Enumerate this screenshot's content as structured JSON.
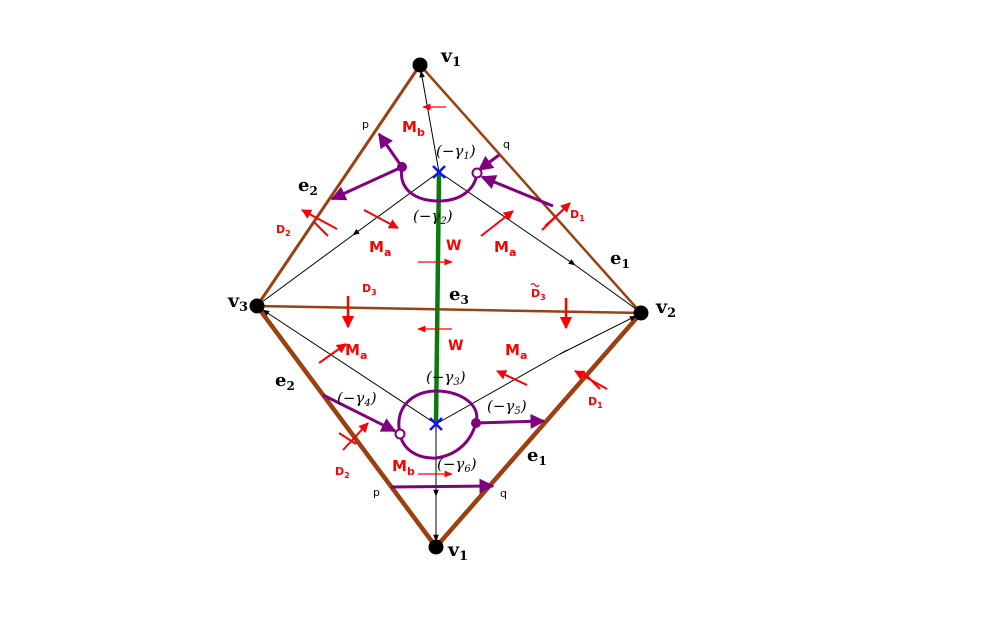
{
  "colors": {
    "edge": "#9c4010",
    "thin": "#000000",
    "wall": "#0a7a0a",
    "purple": "#800080",
    "red": "#ff0000",
    "cross": "#1010ff"
  },
  "vertices": {
    "v1_top": "v",
    "v1_top_sub": "1",
    "v2": "v",
    "v2_sub": "2",
    "v3": "v",
    "v3_sub": "3",
    "v1_bottom": "v",
    "v1_bottom_sub": "1"
  },
  "edges": {
    "e2_upper": "e",
    "e2_upper_sub": "2",
    "e1_upper": "e",
    "e1_upper_sub": "1",
    "e3": "e",
    "e3_sub": "3",
    "e2_lower": "e",
    "e2_lower_sub": "2",
    "e1_lower": "e",
    "e1_lower_sub": "1"
  },
  "labels": {
    "p_top": "p",
    "q_top": "q",
    "p_bottom": "p",
    "q_bottom": "q",
    "mb_top": "M",
    "mb_top_sub": "b",
    "mb_bottom": "M",
    "mb_bottom_sub": "b",
    "ma_left": "M",
    "ma_left_sub": "a",
    "ma_right": "M",
    "ma_right_sub": "a",
    "ma_lower_left": "M",
    "ma_lower_left_sub": "a",
    "ma_lower_right": "M",
    "ma_lower_right_sub": "a",
    "w_top": "W",
    "w_bottom": "W",
    "d1_upper": "D",
    "d1_upper_sub": "1",
    "d2_upper": "D",
    "d2_upper_sub": "2",
    "d3": "D",
    "d3_sub": "3",
    "d3_tilde": "D",
    "d3_tilde_sub": "3",
    "d1_lower": "D",
    "d1_lower_sub": "1",
    "d2_lower": "D",
    "d2_lower_sub": "2"
  },
  "gammas": {
    "g1": "(−γ",
    "g1_sub": "1",
    "g1_close": ")",
    "g2": "(−γ",
    "g2_sub": "2",
    "g2_close": ")",
    "g3": "(−γ",
    "g3_sub": "3",
    "g3_close": ")",
    "g4": "(−γ",
    "g4_sub": "4",
    "g4_close": ")",
    "g5": "(−γ",
    "g5_sub": "5",
    "g5_close": ")",
    "g6": "(−γ",
    "g6_sub": "6",
    "g6_close": ")"
  }
}
